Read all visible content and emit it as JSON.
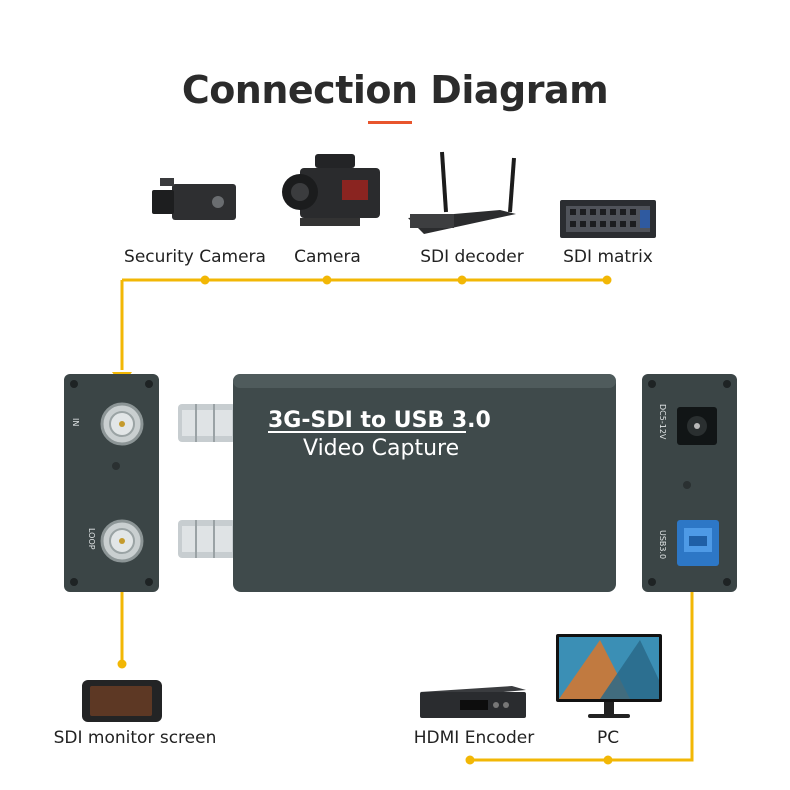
{
  "title": "Connection Diagram",
  "sources": [
    {
      "label": "Security Camera",
      "icon": "security-camera-icon"
    },
    {
      "label": "Camera",
      "icon": "cinema-camera-icon"
    },
    {
      "label": "SDI decoder",
      "icon": "sdi-decoder-icon"
    },
    {
      "label": "SDI matrix",
      "icon": "sdi-matrix-icon"
    }
  ],
  "device": {
    "line1": "3G-SDI to USB 3.0",
    "line2": "Video Capture",
    "left_panel": {
      "in_label": "IN",
      "loop_label": "LOOP"
    },
    "right_panel": {
      "power_label": "DC5-12V",
      "usb_label": "USB3.0"
    }
  },
  "outputs": [
    {
      "label": "SDI monitor screen",
      "icon": "sdi-monitor-icon"
    },
    {
      "label": "HDMI Encoder",
      "icon": "hdmi-encoder-icon"
    },
    {
      "label": "PC",
      "icon": "pc-monitor-icon"
    }
  ],
  "colors": {
    "wire": "#f2b705",
    "accent": "#e8552d",
    "device_body": "#3f4a4b",
    "title": "#2b2b2b"
  }
}
